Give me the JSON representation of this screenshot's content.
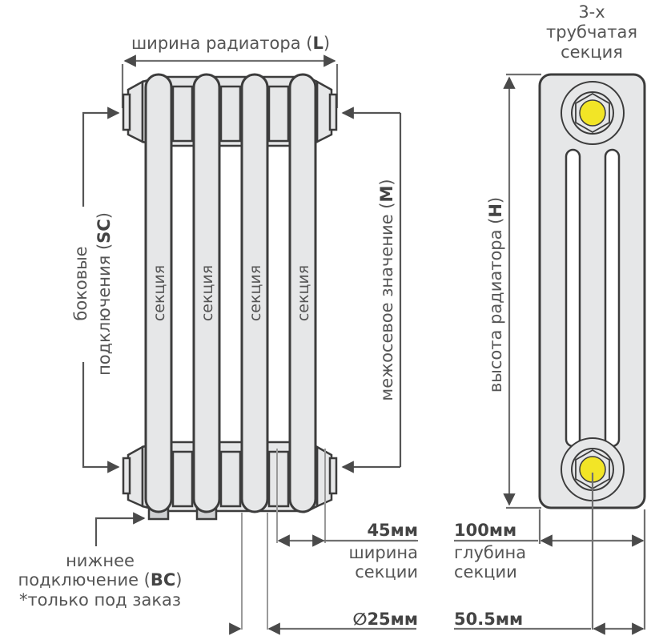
{
  "diagram": {
    "title": "Radiator dimensions diagram",
    "labels": {
      "width_label": "ширина радиатора (",
      "width_code": "L",
      "width_close": ")",
      "tube_type_line1": "3-х",
      "tube_type_line2": "трубчатая",
      "tube_type_line3": "секция",
      "side_conn_line1": "боковые",
      "side_conn_line2": "подключения (",
      "side_conn_code": "SC",
      "side_conn_close": ")",
      "center_dist_label": "межосевое значение (",
      "center_dist_code": "M",
      "center_dist_close": ")",
      "height_label": "высота радиатора  (",
      "height_code": "H",
      "height_close": ")",
      "bottom_conn_line1": "нижнее",
      "bottom_conn_line2": "подключение (",
      "bottom_conn_code": "BC",
      "bottom_conn_close": ")",
      "bottom_conn_note": "*только под заказ"
    },
    "sections": [
      {
        "label": "секция"
      },
      {
        "label": "секция"
      },
      {
        "label": "секция"
      },
      {
        "label": "секция"
      }
    ],
    "dimensions": {
      "section_width_value": "45мм",
      "section_width_line1": "ширина",
      "section_width_line2": "секции",
      "section_depth_value": "100мм",
      "section_depth_line1": "глубина",
      "section_depth_line2": "секции",
      "tube_diameter_value": "∅25мм",
      "offset_value": "50.5мм"
    },
    "colors": {
      "body_fill": "#e6e7e8",
      "outline": "#3c3c3c",
      "fitting_yellow": "#f2e526",
      "text": "#555555"
    }
  }
}
